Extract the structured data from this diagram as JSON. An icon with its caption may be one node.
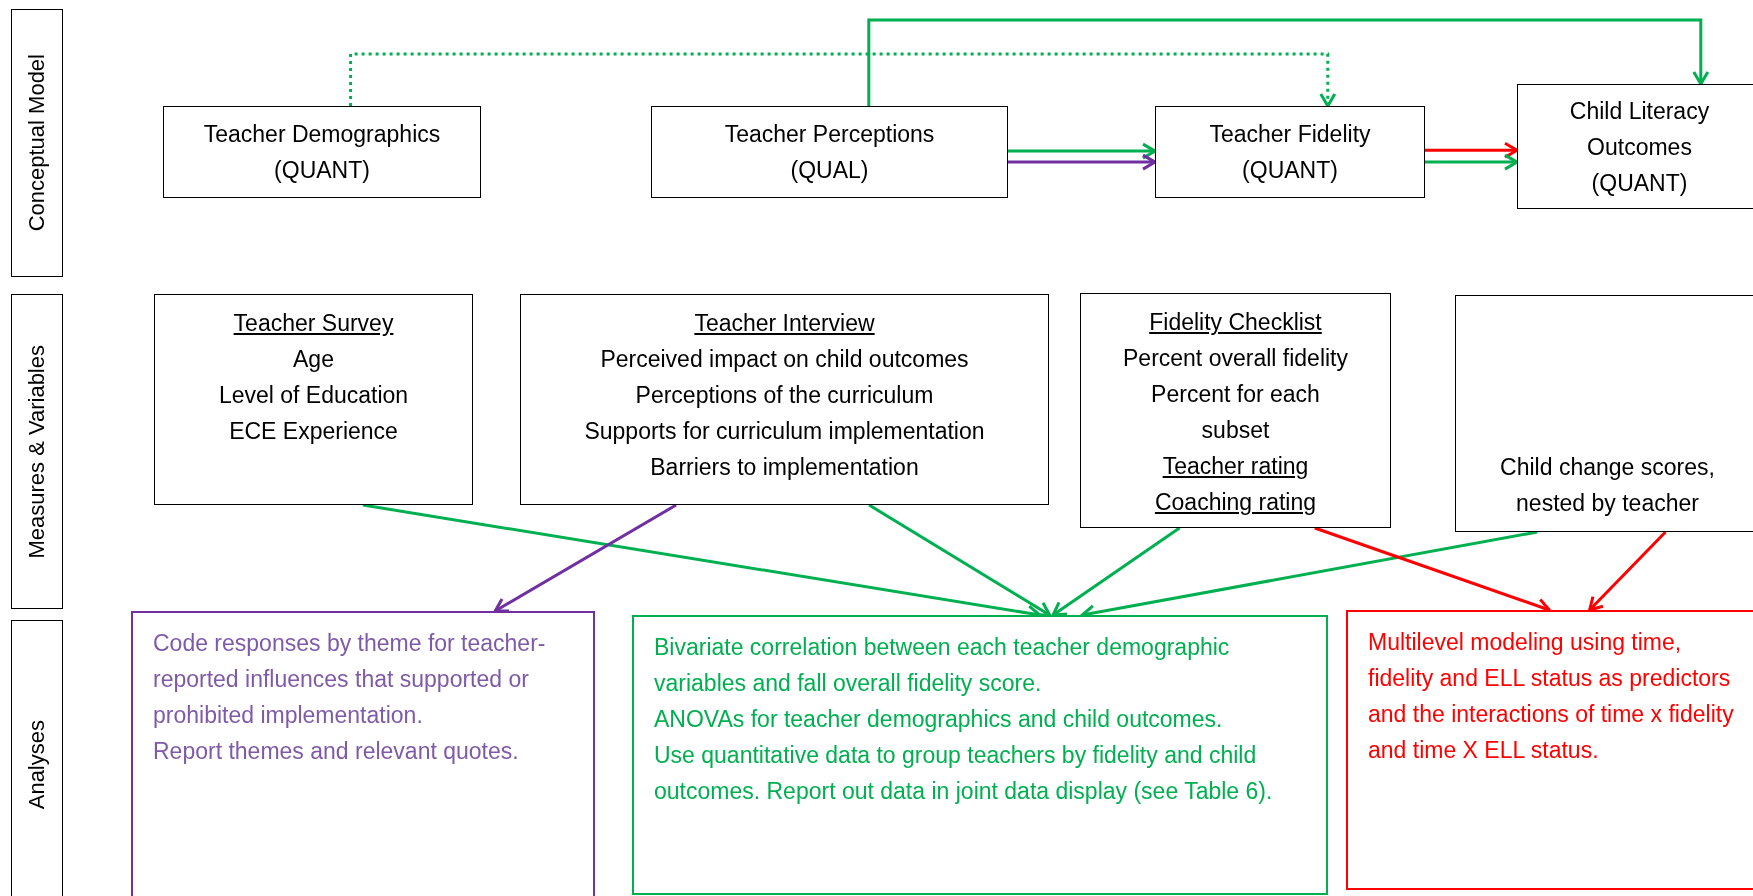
{
  "diagram": {
    "nodes": [
      {
        "text": [
          "Conceptual Model"
        ]
      },
      {
        "text": [
          "Measures & Variables"
        ]
      },
      {
        "text": [
          "Analyses"
        ]
      },
      {
        "text": [
          "Teacher Demographics",
          "(QUANT)"
        ]
      },
      {
        "text": [
          "Teacher Perceptions",
          "(QUAL)"
        ]
      },
      {
        "text": [
          "Teacher Fidelity",
          "(QUANT)"
        ]
      },
      {
        "text": [
          "Child Literacy Outcomes",
          "(QUANT)"
        ]
      },
      {
        "text": [
          "Teacher Survey",
          "Age",
          "Level of Education",
          "ECE Experience"
        ]
      },
      {
        "text": [
          "Teacher Interview",
          "Perceived impact on child outcomes",
          "Perceptions of the curriculum",
          "Supports for curriculum implementation",
          "Barriers to implementation"
        ]
      },
      {
        "text": [
          "Fidelity Checklist",
          "Percent overall fidelity",
          "Percent for each subset",
          "Teacher rating",
          "Coaching rating"
        ]
      },
      {
        "text": [
          "Child change scores, nested by teacher"
        ]
      },
      {
        "text": [
          "Code responses by theme for teacher-reported influences that supported or prohibited implementation.",
          "Report themes and relevant quotes."
        ]
      },
      {
        "text": [
          "Bivariate correlation between each teacher demographic variables and fall overall fidelity score.",
          "ANOVAs for teacher demographics and child outcomes.",
          "Use quantitative data to group teachers by fidelity and child outcomes. Report out data in joint data display (see Table 6)."
        ]
      },
      {
        "text": [
          "Multilevel modeling using time, fidelity and ELL status as predictors and the interactions of time x fidelity and time X ELL status."
        ]
      }
    ],
    "edges": [
      {
        "from": 3,
        "to": 5,
        "arrow": "to",
        "style": "dashed"
      },
      {
        "from": 4,
        "to": 6,
        "arrow": "to"
      },
      {
        "from": 4,
        "to": 5,
        "arrow": "to"
      },
      {
        "from": 4,
        "to": 5,
        "arrow": "to",
        "color": "#7030a0"
      },
      {
        "from": 5,
        "to": 6,
        "arrow": "to",
        "color": "#ff0000"
      },
      {
        "from": 5,
        "to": 6,
        "arrow": "to"
      },
      {
        "from": 7,
        "to": 12,
        "arrow": "to"
      },
      {
        "from": 8,
        "to": 11,
        "arrow": "to",
        "color": "#7030a0"
      },
      {
        "from": 8,
        "to": 12,
        "arrow": "to"
      },
      {
        "from": 9,
        "to": 12,
        "arrow": "to"
      },
      {
        "from": 10,
        "to": 12,
        "arrow": "to"
      },
      {
        "from": 9,
        "to": 13,
        "arrow": "to",
        "color": "#ff0000"
      },
      {
        "from": 10,
        "to": 13,
        "arrow": "to",
        "color": "#ff0000"
      }
    ]
  }
}
